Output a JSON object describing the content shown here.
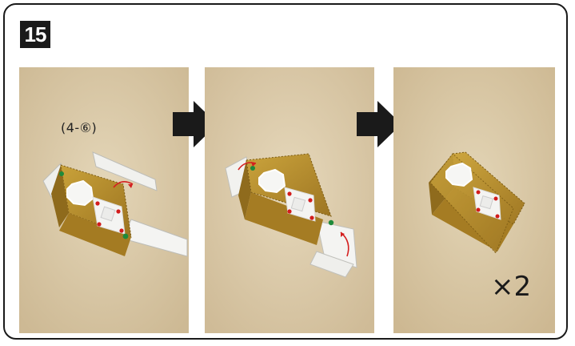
{
  "step": {
    "number": "15"
  },
  "panels": [
    {
      "id": "panel-1",
      "reference_label": "(4-⑥)",
      "description_icon": "box-unfolded-icon"
    },
    {
      "id": "panel-2",
      "description_icon": "box-folding-icon"
    },
    {
      "id": "panel-3",
      "quantity_label": "×2",
      "description_icon": "box-assembled-icon"
    }
  ],
  "arrows": [
    {
      "icon": "right-arrow-icon"
    },
    {
      "icon": "right-arrow-icon"
    }
  ],
  "colors": {
    "photo_background": "#d8c8a8",
    "box_gold": "#b8902a",
    "paper_white": "#f4f4f2",
    "fold_arrow_red": "#d42020",
    "dot_red": "#d21c1c",
    "dot_green": "#1e8a3a",
    "badge_black": "#1a1a1a"
  }
}
